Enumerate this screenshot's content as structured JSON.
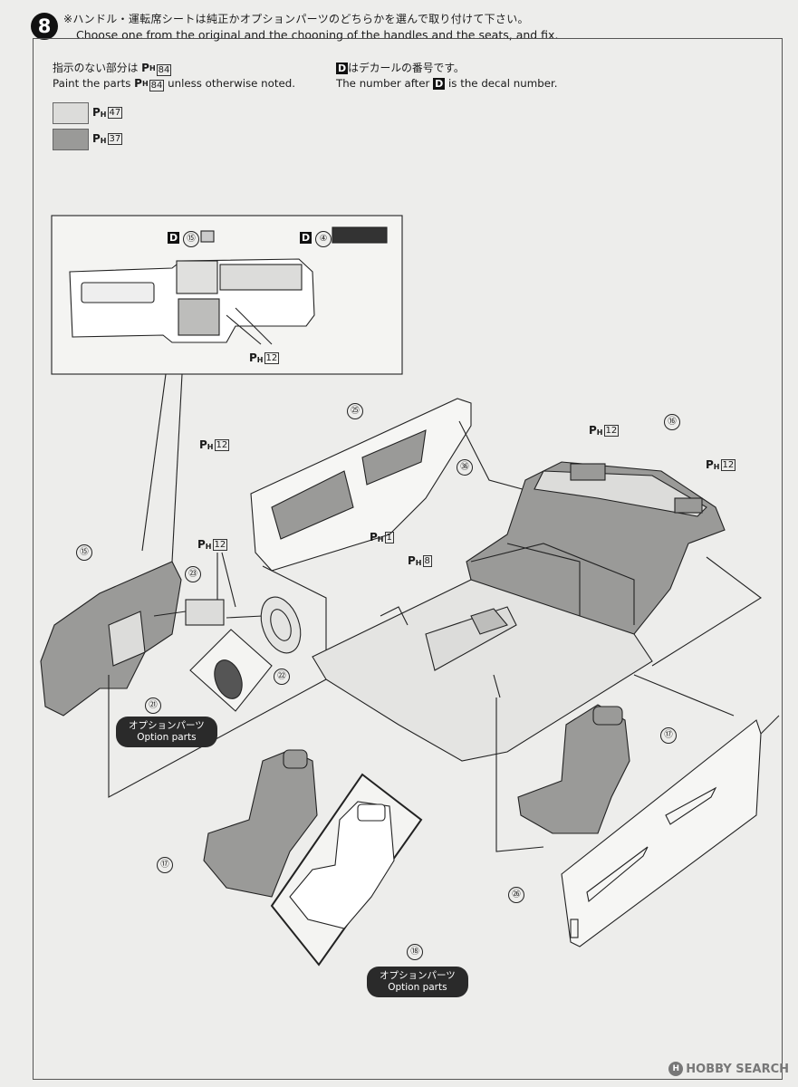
{
  "step": {
    "number": "8"
  },
  "header": {
    "jp": "※ハンドル・運転席シートは純正かオプションパーツのどちらかを選んで取り付けて下さい。",
    "en": "Choose one from the original and the chooning of the handles and the seats, and fix."
  },
  "paint_note": {
    "jp_pre": "指示のない部分は",
    "en_pre": "Paint the parts",
    "en_post": "unless otherwise noted.",
    "code": "84"
  },
  "decal_note": {
    "jp_post": "はデカールの番号です。",
    "en_pre": "The number after",
    "en_post": "is the decal number.",
    "symbol": "D"
  },
  "paint_symbol": {
    "p": "P",
    "h": "H"
  },
  "swatches": [
    {
      "code": "47",
      "color": "#dcdcda"
    },
    {
      "code": "37",
      "color": "#9a9a98"
    }
  ],
  "callouts": {
    "dash_decal_15": "⑮",
    "dash_decal_4": "④",
    "ph12": "12",
    "ph1": "1",
    "ph8": "8",
    "p25": "㉕",
    "p36": "㊱",
    "p16": "⑯",
    "p15": "⑮",
    "p23": "㉓",
    "p22": "㉒",
    "p21": "㉑",
    "p17a": "⑰",
    "p17b": "⑰",
    "p18": "⑱",
    "p26": "㉖"
  },
  "option_label": {
    "jp": "オプションパーツ",
    "en": "Option parts"
  },
  "watermark": {
    "text": "HOBBY SEARCH",
    "logo": "H"
  }
}
